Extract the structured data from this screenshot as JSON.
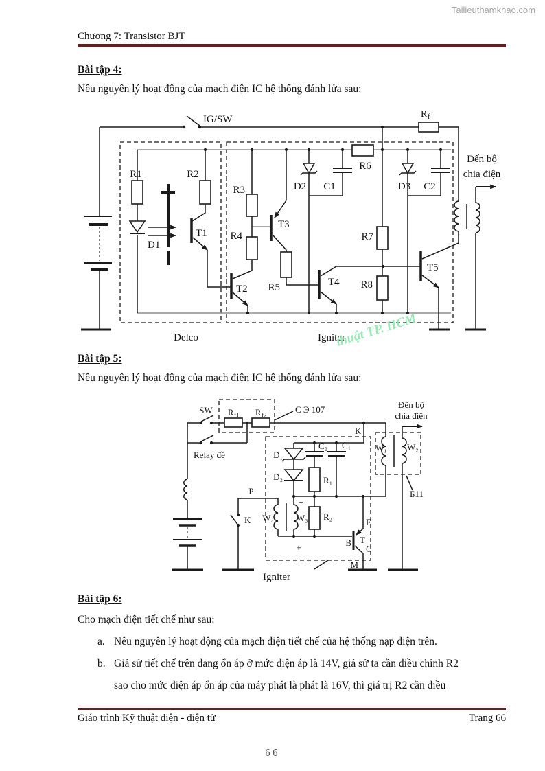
{
  "site_watermark": "Tailieuthamkhao.com",
  "header": {
    "title": "Chương 7: Transistor BJT"
  },
  "exercise4": {
    "heading": "Bài tập 4:",
    "prompt": "Nêu nguyên lý hoạt động của mạch điện IC hệ thống đánh lửa sau:",
    "diagram": {
      "ig_sw": "IG/SW",
      "rf_base": "R",
      "rf_sub": "f",
      "r1": "R1",
      "r2": "R2",
      "r3": "R3",
      "r4": "R4",
      "r5": "R5",
      "r6": "R6",
      "r7": "R7",
      "r8": "R8",
      "d1": "D1",
      "d2": "D2",
      "d3": "D3",
      "c1": "C1",
      "c2": "C2",
      "t1": "T1",
      "t2": "T2",
      "t3": "T3",
      "t4": "T4",
      "t5": "T5",
      "delco": "Delco",
      "igniter": "Igniter",
      "to_distributor_line1": "Đến bộ",
      "to_distributor_line2": "chia điện",
      "watermark": "thuật TP. HCM"
    }
  },
  "exercise5": {
    "heading": "Bài tập 5:",
    "prompt": "Nêu nguyên lý hoạt động của mạch điện IC hệ thống đánh lửa sau:",
    "diagram": {
      "sw": "SW",
      "rf1_base": "R",
      "rf1_sub": "f1",
      "rf2_base": "R",
      "rf2_sub": "f2",
      "unit_label": "C Э 107",
      "relay": "Relay đề",
      "k_node": "K",
      "k_switch": "K",
      "p": "P",
      "d1": "D₁",
      "d2": "D₂",
      "c1": "C₁",
      "c2": "C₂",
      "r1": "R₁",
      "r2": "R₂",
      "w1": "W₁",
      "w2": "W₂",
      "w3": "W₃",
      "w4": "W₄",
      "coil_model": "Б11",
      "e": "E",
      "b": "B",
      "t": "T",
      "c": "C",
      "m": "M",
      "plus": "+",
      "minus": "−",
      "igniter": "Igniter",
      "to_distributor_line1": "Đến bộ",
      "to_distributor_line2": "chia điện"
    }
  },
  "exercise6": {
    "heading": "Bài tập 6:",
    "intro": "Cho mạch điện tiết chế như sau:",
    "item_a_label": "a.",
    "item_a_text": "Nêu nguyên lý hoạt động của mạch điện tiết chế của hệ thống nạp điện trên.",
    "item_b_label": "b.",
    "item_b_line1": "Giả sử tiết chế trên đang ổn áp ở mức điện áp là 14V, giả sử ta cần điều chỉnh R2",
    "item_b_line2": "sao cho mức điện áp ổn áp của máy phát là phát là 16V, thì giá trị R2 cần điều"
  },
  "footer": {
    "left": "Giáo trình Kỹ thuật điện - điện tử",
    "right": "Trang 66",
    "page_number": "66"
  },
  "colors": {
    "accent_rule": "#5e2222",
    "watermark_green": "#8ee6ae",
    "site_gray": "#a6a6a6"
  }
}
